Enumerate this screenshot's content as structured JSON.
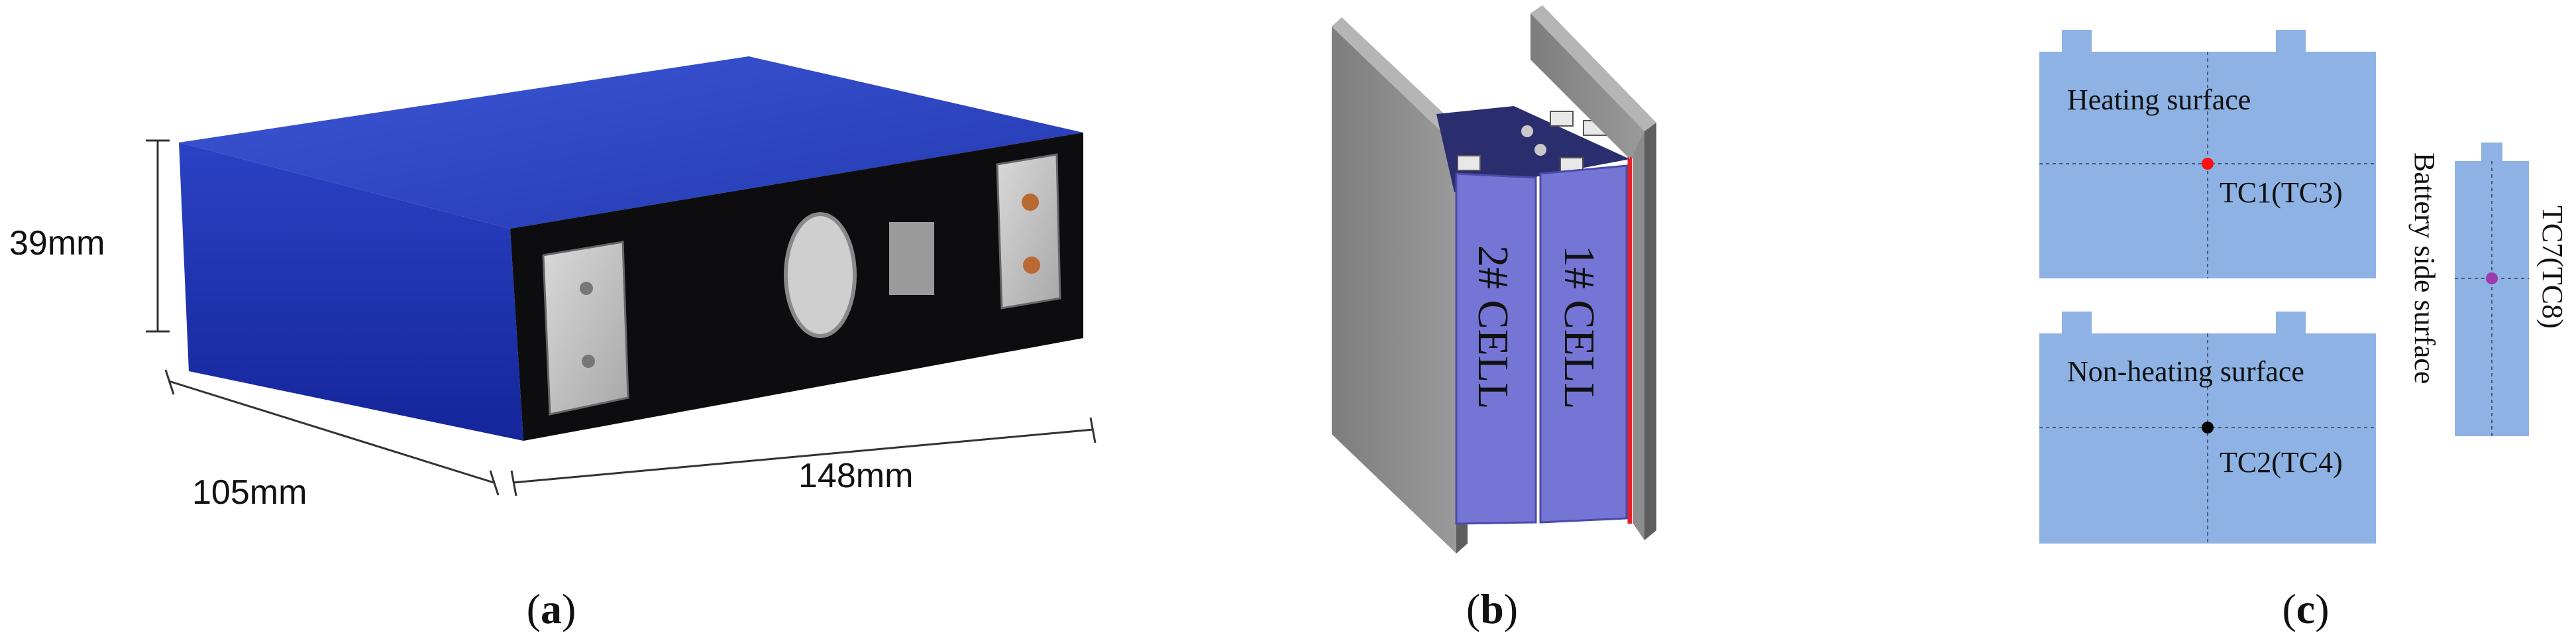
{
  "panel_a": {
    "caption_open": "(",
    "caption_letter": "a",
    "caption_close": ")",
    "height_label": "39mm",
    "width_label": "105mm",
    "length_label": "148mm",
    "colors": {
      "cell_blue": "#2a3fb8",
      "terminal_face": "#0d0d10"
    }
  },
  "panel_b": {
    "caption_open": "(",
    "caption_letter": "b",
    "caption_close": ")",
    "cell_left_label": "2# CELL",
    "cell_right_label": "1# CELL",
    "colors": {
      "cell_purple": "#7575d6",
      "plate_gray": "#8c8c8c",
      "heater_red": "#e0202a"
    }
  },
  "panel_c": {
    "caption_open": "(",
    "caption_letter": "c",
    "caption_close": ")",
    "heating_surface_label": "Heating surface",
    "heating_tc_label": "TC1(TC3)",
    "non_heating_surface_label": "Non-heating surface",
    "non_heating_tc_label": "TC2(TC4)",
    "side_surface_label": "Battery side surface",
    "side_tc_label": "TC7(TC8)",
    "colors": {
      "surface_blue": "#8db2e3",
      "heating_point": "#ff1010",
      "non_heating_point": "#000000",
      "side_point": "#9b3bb0"
    }
  }
}
